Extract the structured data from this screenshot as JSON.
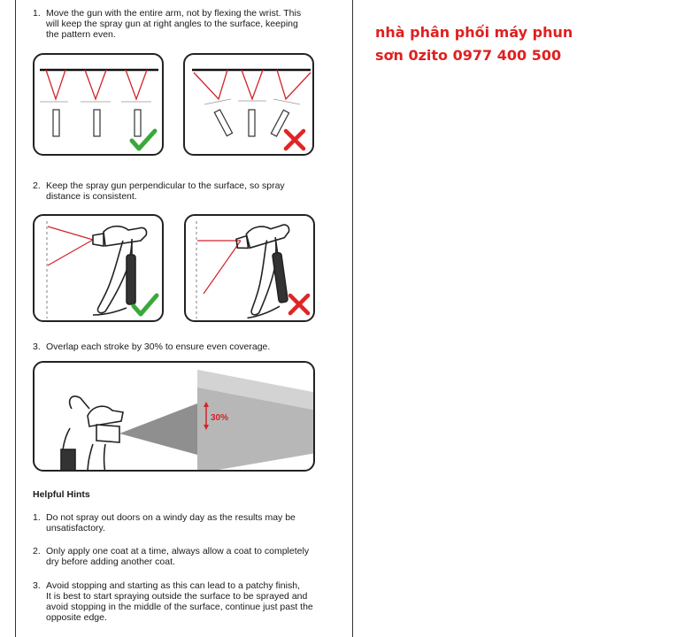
{
  "steps": [
    {
      "num": "1.",
      "lines": [
        "Move the gun with the entire arm, not by flexing the wrist. This",
        "will keep the spray gun at right angles to the surface, keeping",
        "the pattern even."
      ]
    },
    {
      "num": "2.",
      "lines": [
        "Keep the spray gun perpendicular to the surface, so spray",
        "distance is consistent."
      ]
    },
    {
      "num": "3.",
      "lines": [
        "Overlap each stroke by 30% to ensure even coverage."
      ]
    }
  ],
  "overlap_label": "30%",
  "hints": {
    "title": "Helpful Hints",
    "items": [
      {
        "num": "1.",
        "lines": [
          "Do not spray out doors on a windy day as the results may be",
          "unsatisfactory."
        ]
      },
      {
        "num": "2.",
        "lines": [
          "Only apply one coat at a time, always allow a coat to completely",
          "dry before adding another coat."
        ]
      },
      {
        "num": "3.",
        "lines": [
          "Avoid stopping and starting as this can lead to a patchy finish,",
          "It is best to start spraying outside the surface to be sprayed and",
          "avoid stopping in the middle of the surface, continue just past the",
          "opposite edge."
        ]
      }
    ]
  },
  "promo": {
    "line1": "nhà phân phối  máy phun",
    "line2": "sơn 0zito 0977 400 500"
  },
  "colors": {
    "red": "#e02020",
    "check_green": "#3aa83a",
    "cross_red": "#e02525",
    "spray_red": "#d2232a"
  }
}
